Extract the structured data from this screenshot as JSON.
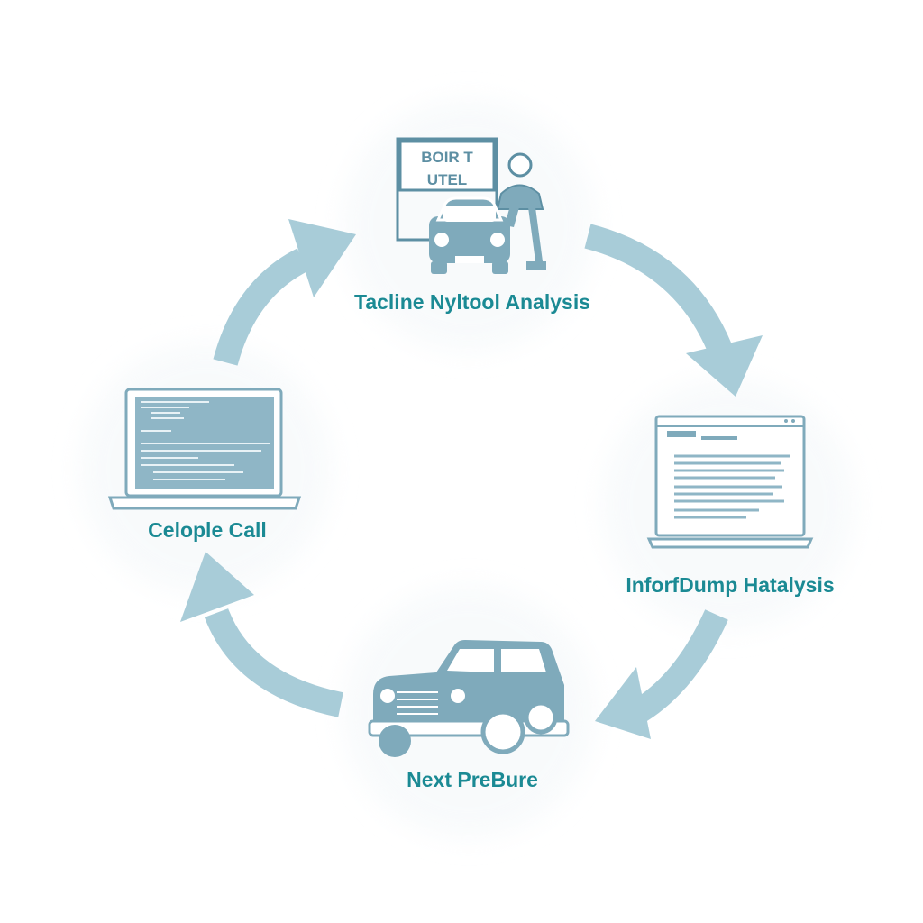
{
  "colors": {
    "arrow": "#a8ccd8",
    "icon_fill": "#7faabb",
    "icon_stroke": "#5d8fa3",
    "screen": "#8fb6c6",
    "label": "#1b8a94"
  },
  "steps": [
    {
      "label": "Tacline Nyltool Analysis",
      "icon": "car-at-service-station-icon",
      "sign_lines": [
        "BOIR T",
        "UTEL"
      ]
    },
    {
      "label": "InforfDump Hatalysis",
      "icon": "laptop-document-icon"
    },
    {
      "label": "Next PreBure",
      "icon": "vintage-car-icon"
    },
    {
      "label": "Celople Call",
      "icon": "laptop-code-icon"
    }
  ]
}
